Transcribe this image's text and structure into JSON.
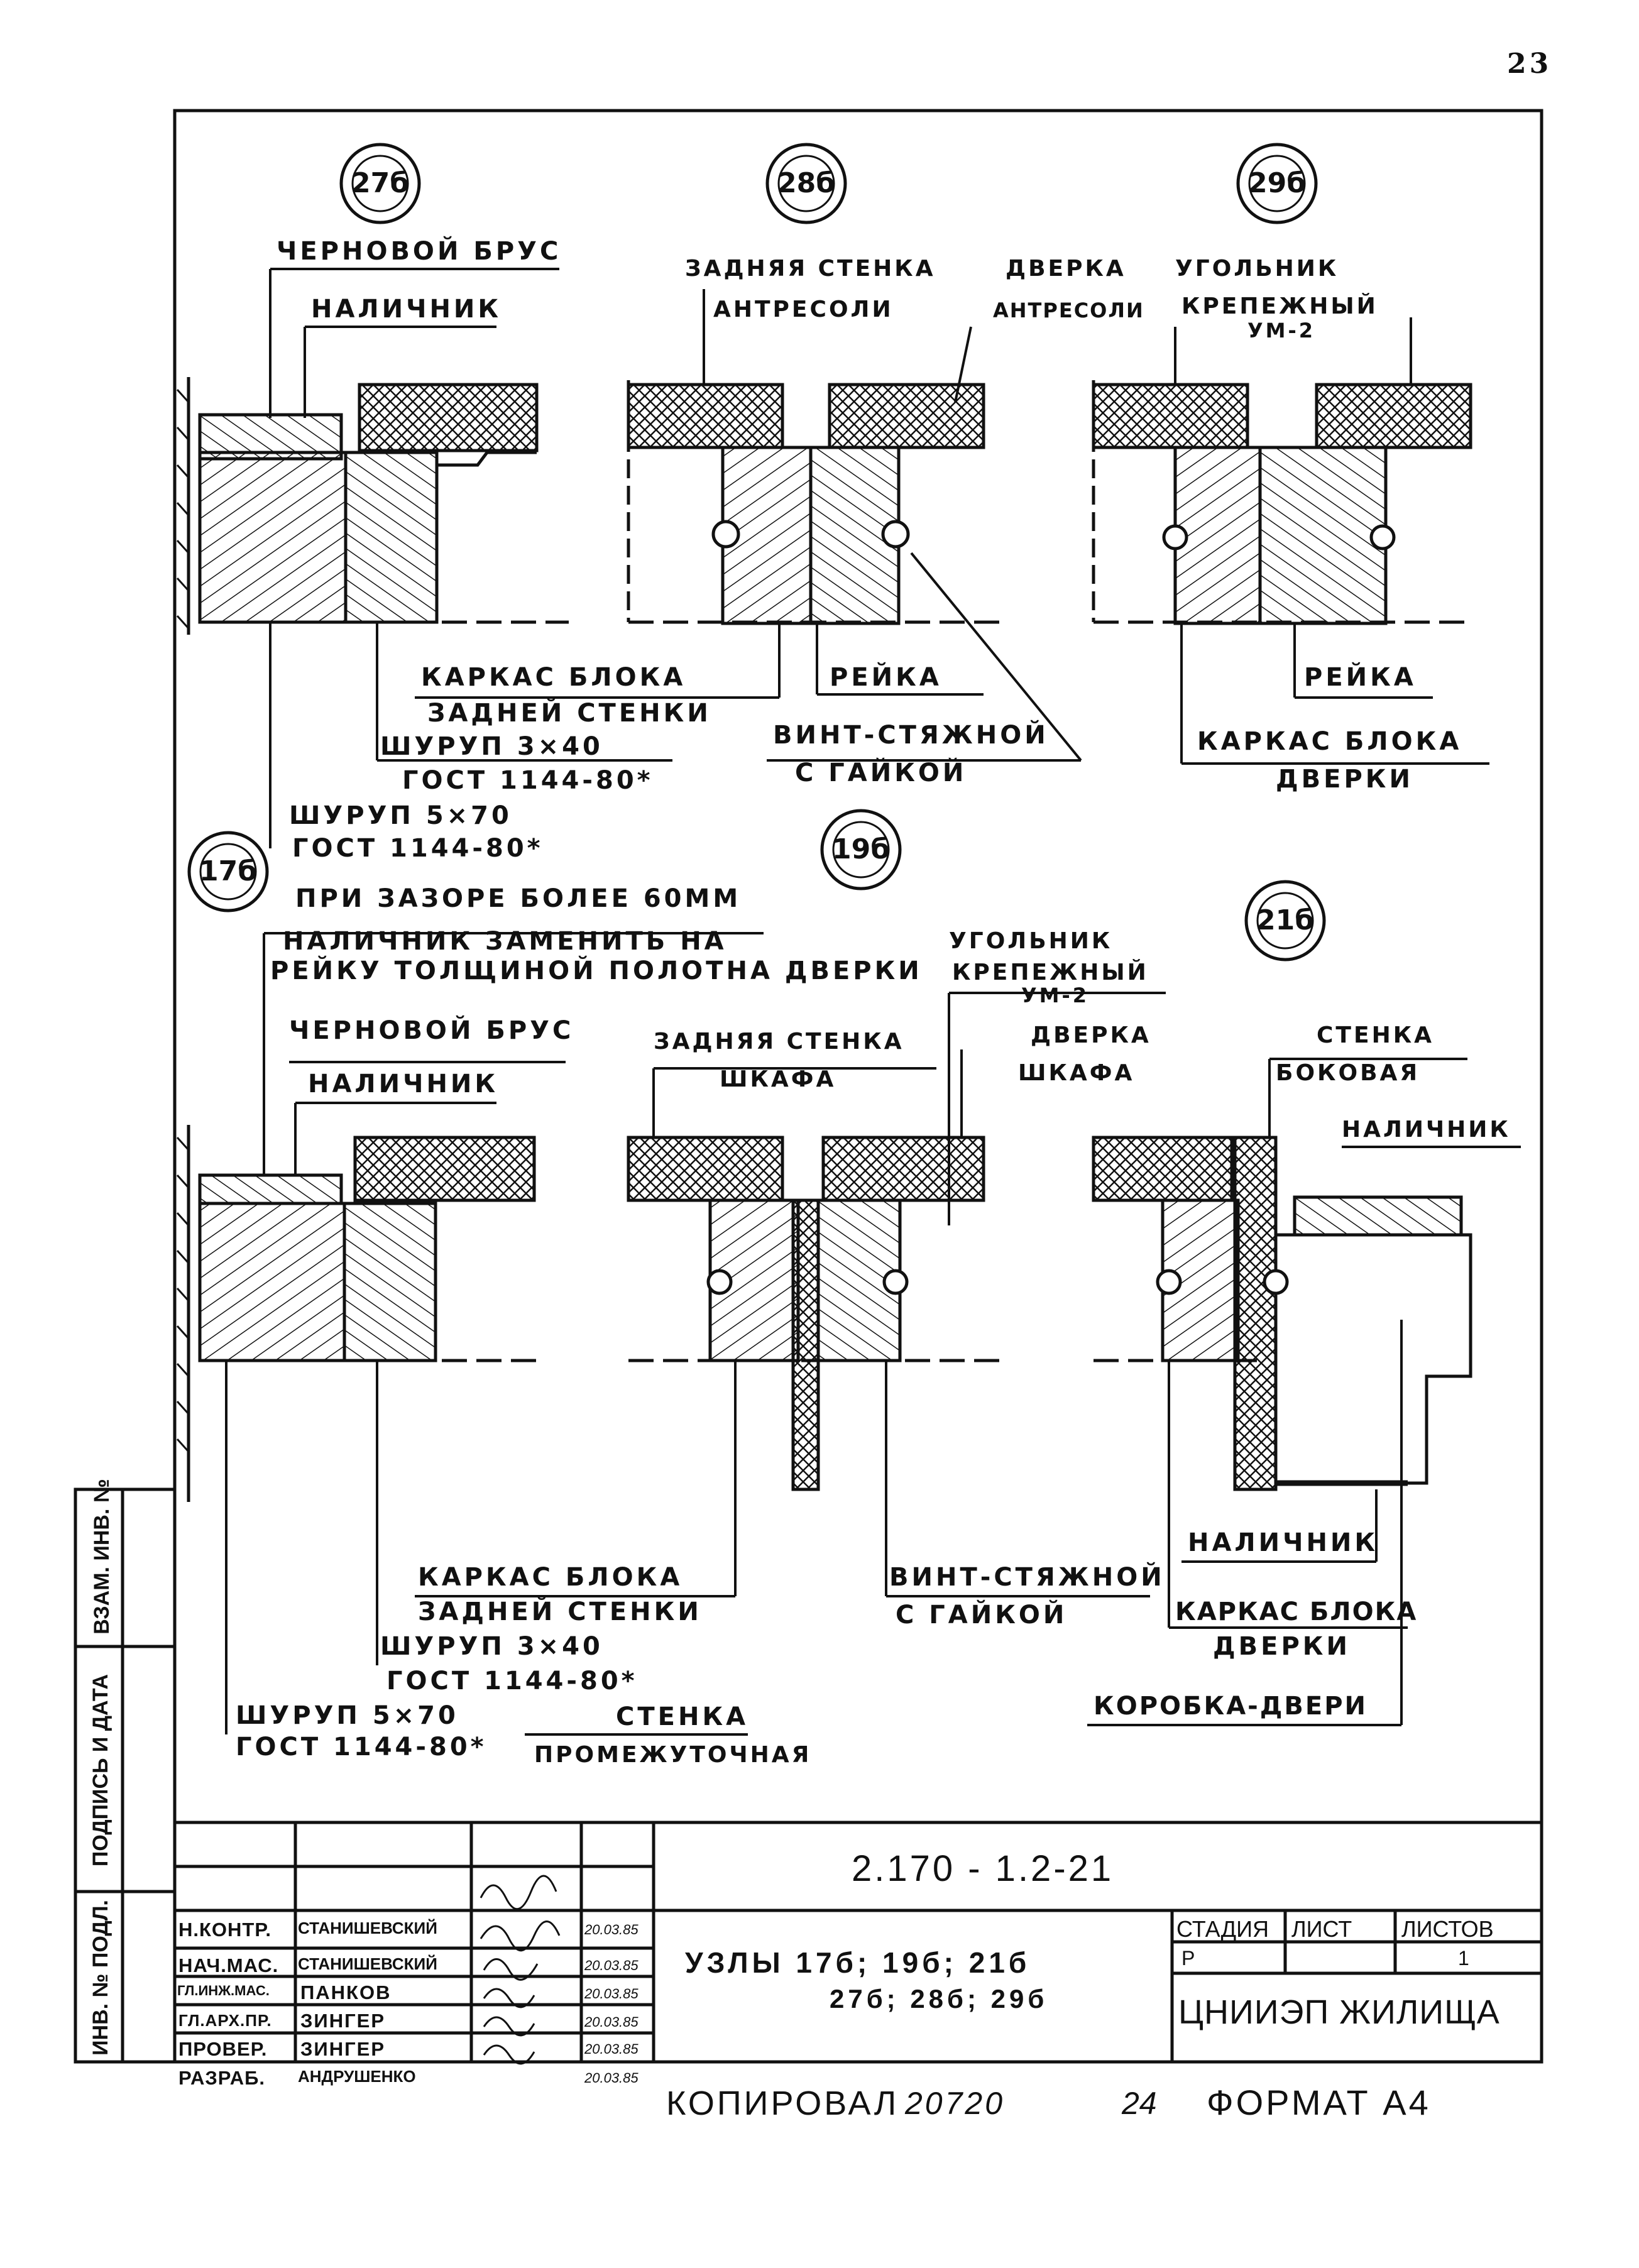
{
  "page_number": "23",
  "nodes": {
    "n27": "27б",
    "n28": "28б",
    "n29": "29б",
    "n17": "17б",
    "n19": "19б",
    "n21": "21б"
  },
  "labels": {
    "t27_chernovoy": "ЧЕРНОВОЙ БРУС",
    "t27_nalichnik": "НАЛИЧНИК",
    "t28_zadnyaya_stenka": "ЗАДНЯЯ СТЕНКА",
    "t28_antresoli": "АНТРЕСОЛИ",
    "t28_dverka": "ДВЕРКА",
    "t28_antresoli2": "АНТРЕСОЛИ",
    "t29_ugolnik": "УГОЛЬНИК",
    "t29_krepezhny": "КРЕПЕЖНЫЙ",
    "t29_um2": "УМ-2",
    "t_karkas_bloka": "КАРКАС БЛОКА",
    "t_zadney_stenki": "ЗАДНЕЙ СТЕНКИ",
    "t_shurup_3x40": "ШУРУП 3×40",
    "t_gost_1": "ГОСТ 1144-80*",
    "t_shurup_5x70": "ШУРУП 5×70",
    "t_gost_2": "ГОСТ 1144-80*",
    "t_reyka_1": "РЕЙКА",
    "t_vint_1": "ВИНТ-СТЯЖНОЙ",
    "t_s_gaykoy_1": "С ГАЙКОЙ",
    "t_reyka_2": "РЕЙКА",
    "t_karkas_bloka_2": "КАРКАС БЛОКА",
    "t_dverki_2": "ДВЕРКИ",
    "note_line1": "ПРИ ЗАЗОРЕ БОЛЕЕ 60ММ",
    "note_line2": "НАЛИЧНИК ЗАМЕНИТЬ НА",
    "note_line3": "РЕЙКУ ТОЛЩИНОЙ ПОЛОТНА ДВЕРКИ",
    "b17_chernovoy": "ЧЕРНОВОЙ БРУС",
    "b17_nalichnik": "НАЛИЧНИК",
    "b19_zadnyaya": "ЗАДНЯЯ СТЕНКА",
    "b19_shkafa": "ШКАФА",
    "b19_ugolnik": "УГОЛЬНИК",
    "b19_krepezhny": "КРЕПЕЖНЫЙ",
    "b19_um2": "УМ-2",
    "b19_dverka": "ДВЕРКА",
    "b19_shkafa2": "ШКАФА",
    "b21_stenka": "СТЕНКА",
    "b21_bokovaya": "БОКОВАЯ",
    "b21_nalichnik": "НАЛИЧНИК",
    "b_karkas_bloka": "КАРКАС БЛОКА",
    "b_zadney_stenki": "ЗАДНЕЙ СТЕНКИ",
    "b_shurup_3x40": "ШУРУП 3×40",
    "b_gost_1": "ГОСТ 1144-80*",
    "b_shurup_5x70": "ШУРУП 5×70",
    "b_gost_2": "ГОСТ 1144-80*",
    "b_stenka": "СТЕНКА",
    "b_promezhutochnaya": "ПРОМЕЖУТОЧНАЯ",
    "b_vint": "ВИНТ-СТЯЖНОЙ",
    "b_s_gaykoy": "С ГАЙКОЙ",
    "b21_nalichnik2": "НАЛИЧНИК",
    "b21_karkas": "КАРКАС БЛОКА",
    "b21_dverki": "ДВЕРКИ",
    "b21_korobka": "КОРОБКА-ДВЕРИ"
  },
  "side_stamps": {
    "vzam": "ВЗАМ. ИНВ. №",
    "podpis": "ПОДПИСЬ И ДАТА",
    "inv": "ИНВ. № ПОДЛ."
  },
  "title_block": {
    "doc_code": "2.170 - 1.2-21",
    "rows": [
      {
        "role": "Н.КОНТР.",
        "name": "СТАНИШЕВСКИЙ",
        "date": "20.03.85"
      },
      {
        "role": "НАЧ.МАС.",
        "name": "СТАНИШЕВСКИЙ",
        "date": "20.03.85"
      },
      {
        "role": "ГЛ.ИНЖ.МАС.",
        "name": "ПАНКОВ",
        "date": "20.03.85"
      },
      {
        "role": "ГЛ.АРХ.ПР.",
        "name": "ЗИНГЕР",
        "date": "20.03.85"
      },
      {
        "role": "ПРОВЕР.",
        "name": "ЗИНГЕР",
        "date": "20.03.85"
      },
      {
        "role": "РАЗРАБ.",
        "name": "АНДРУШЕНКО",
        "date": "20.03.85"
      }
    ],
    "description_line1": "УЗЛЫ 17б; 19б; 21б",
    "description_line2": "27б; 28б; 29б",
    "stage_header": "СТАДИЯ",
    "sheet_header": "ЛИСТ",
    "sheets_header": "ЛИСТОВ",
    "stage_value": "Р",
    "sheet_value": "",
    "sheets_value": "1",
    "organization": "ЦНИИЭП ЖИЛИЩА"
  },
  "footer": {
    "copied_label": "КОПИРОВАЛ",
    "copied_number": "20720",
    "copied_sheet": "24",
    "format_label": "ФОРМАТ А4"
  }
}
